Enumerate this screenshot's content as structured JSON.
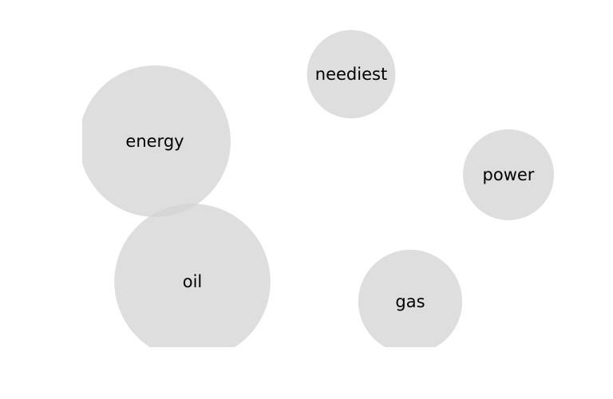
{
  "chart_data": {
    "type": "bubble",
    "bubble_color": "#d3d3d3",
    "label_color": "#000000",
    "bubbles": [
      {
        "label": "energy",
        "size": 1.0
      },
      {
        "label": "neediest",
        "size": 0.34
      },
      {
        "label": "power",
        "size": 0.36
      },
      {
        "label": "oil",
        "size": 1.06
      },
      {
        "label": "gas",
        "size": 0.47
      }
    ]
  }
}
